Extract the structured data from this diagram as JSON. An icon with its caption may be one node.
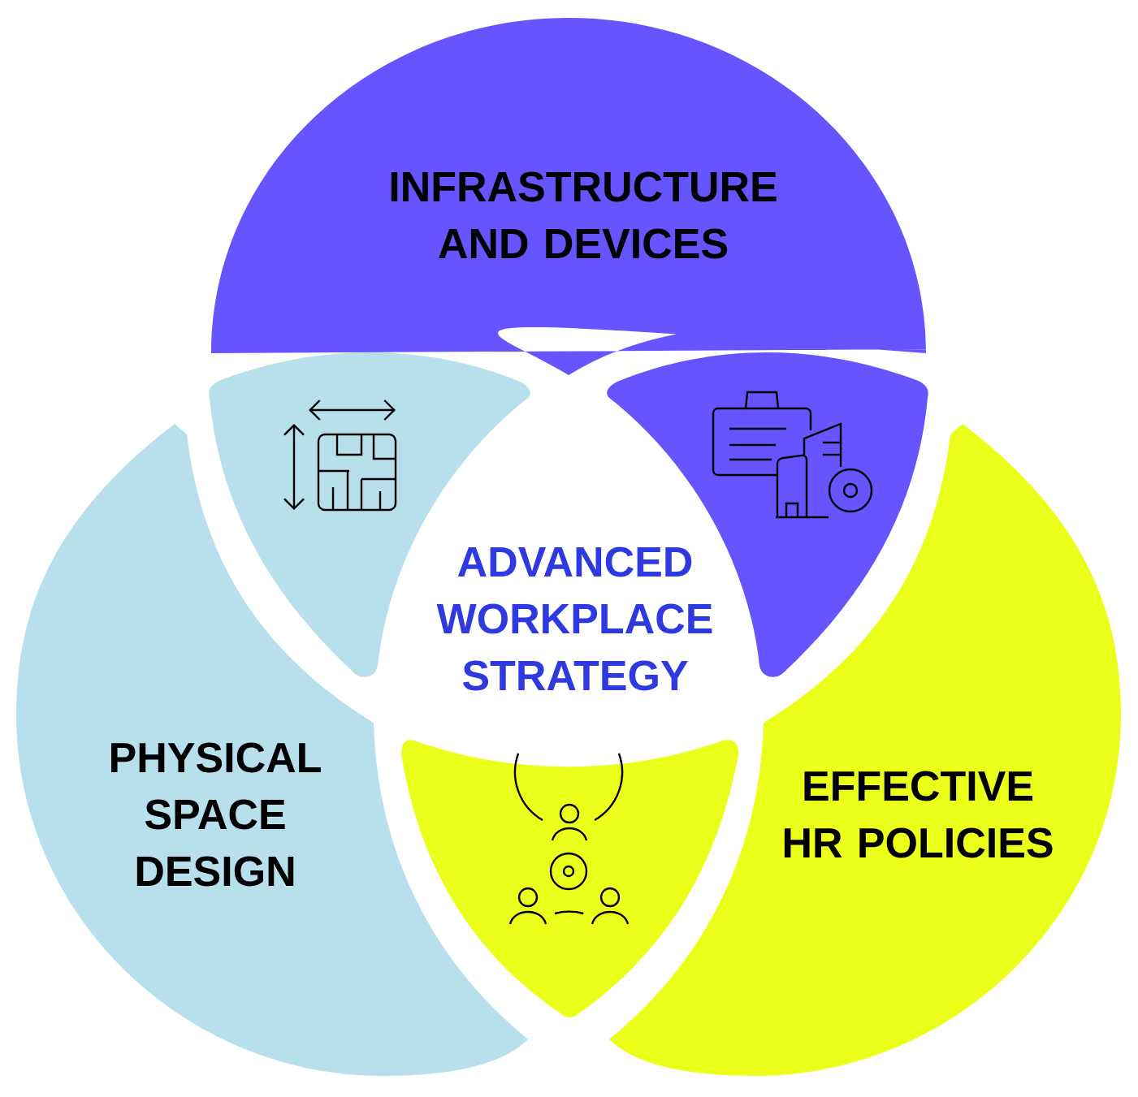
{
  "diagram": {
    "nodes": [
      {
        "text": [
          "INFRASTRUCTURE AND DEVICES"
        ]
      },
      {
        "text": [
          "ADVANCED WORKPLACE STRATEGY"
        ]
      },
      {
        "text": [
          "PHYSICAL SPACE DESIGN"
        ]
      },
      {
        "text": [
          "EFFECTIVE HR POLICIES"
        ]
      },
      {
        "text": [],
        "shape": "petal"
      },
      {
        "text": [],
        "shape": "petal"
      },
      {
        "text": [],
        "shape": "petal"
      }
    ]
  }
}
